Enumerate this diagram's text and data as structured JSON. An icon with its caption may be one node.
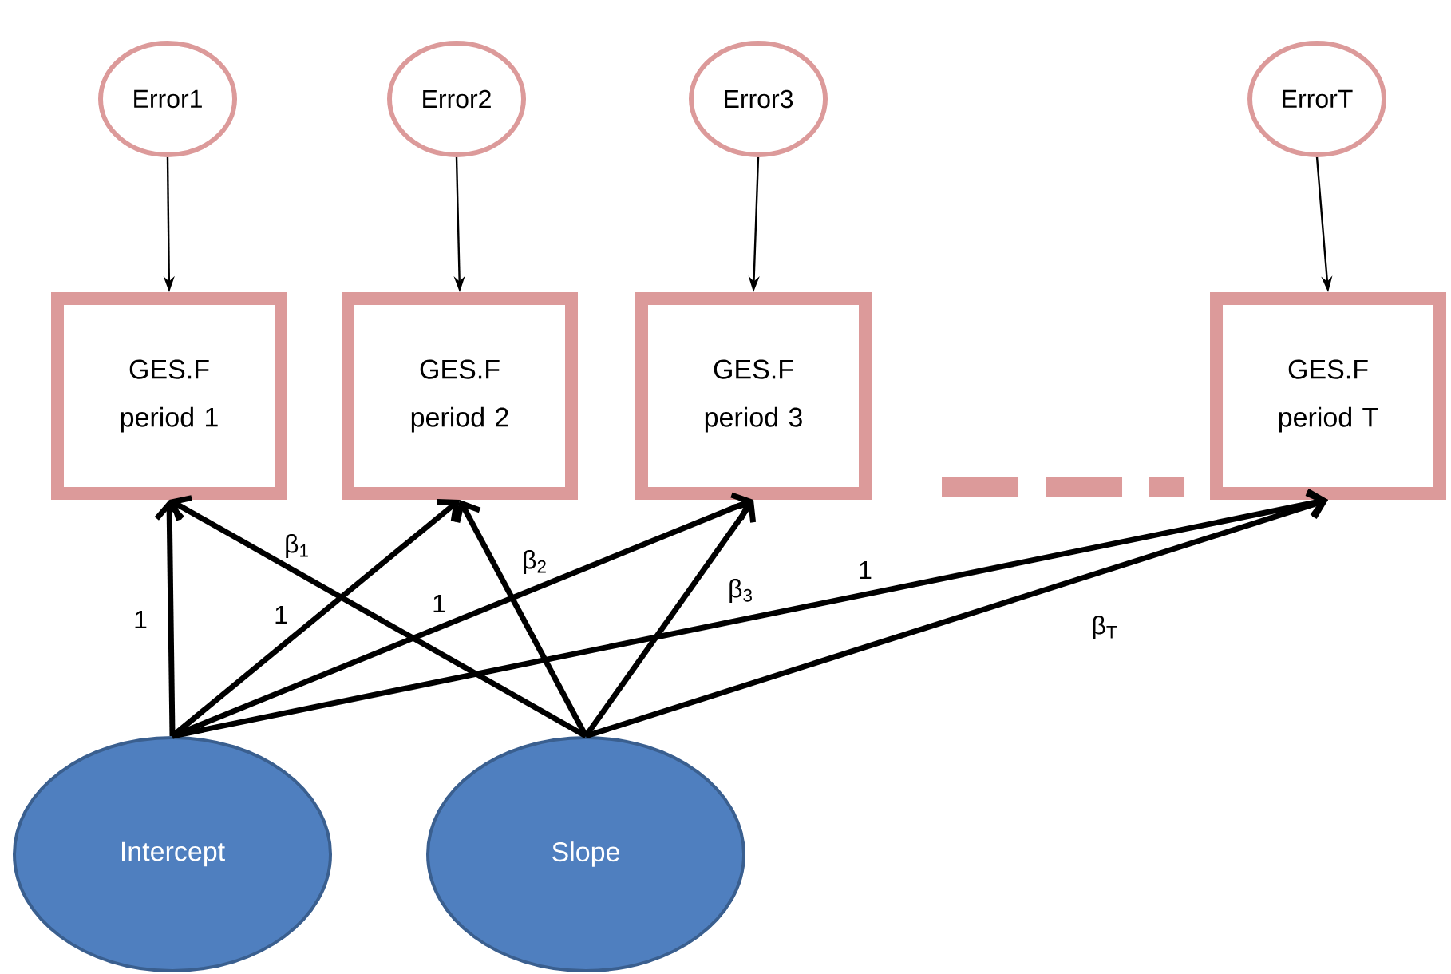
{
  "diagram": {
    "nodes": [
      {
        "text": [
          "Error1"
        ]
      },
      {
        "text": [
          "Error2"
        ]
      },
      {
        "text": [
          "Error3"
        ]
      },
      {
        "text": [
          "ErrorT"
        ]
      },
      {
        "text": [
          "GES.F period 1"
        ]
      },
      {
        "text": [
          "GES.F period 2"
        ]
      },
      {
        "text": [
          "GES.F period 3"
        ]
      },
      {
        "text": [
          "GES.F period T"
        ]
      },
      {
        "text": [
          "Intercept"
        ]
      },
      {
        "text": [
          "Slope"
        ]
      }
    ],
    "edges": [
      {
        "from": 0,
        "to": 4,
        "arrow": "to"
      },
      {
        "from": 1,
        "to": 5,
        "arrow": "to"
      },
      {
        "from": 2,
        "to": 6,
        "arrow": "to"
      },
      {
        "from": 3,
        "to": 7,
        "arrow": "to"
      },
      {
        "from": 8,
        "to": 4,
        "arrow": "to",
        "label": "1"
      },
      {
        "from": 8,
        "to": 5,
        "arrow": "to",
        "label": "1"
      },
      {
        "from": 8,
        "to": 6,
        "arrow": "to",
        "label": "1"
      },
      {
        "from": 8,
        "to": 7,
        "arrow": "to",
        "label": "1"
      },
      {
        "from": 9,
        "to": 4,
        "arrow": "to",
        "label": "β$_{1}$"
      },
      {
        "from": 9,
        "to": 5,
        "arrow": "to",
        "label": "β$_{2}$"
      },
      {
        "from": 9,
        "to": 6,
        "arrow": "to",
        "label": "β$_{3}$"
      },
      {
        "from": 9,
        "to": 7,
        "arrow": "to",
        "label": "β$_{T}$"
      }
    ]
  }
}
